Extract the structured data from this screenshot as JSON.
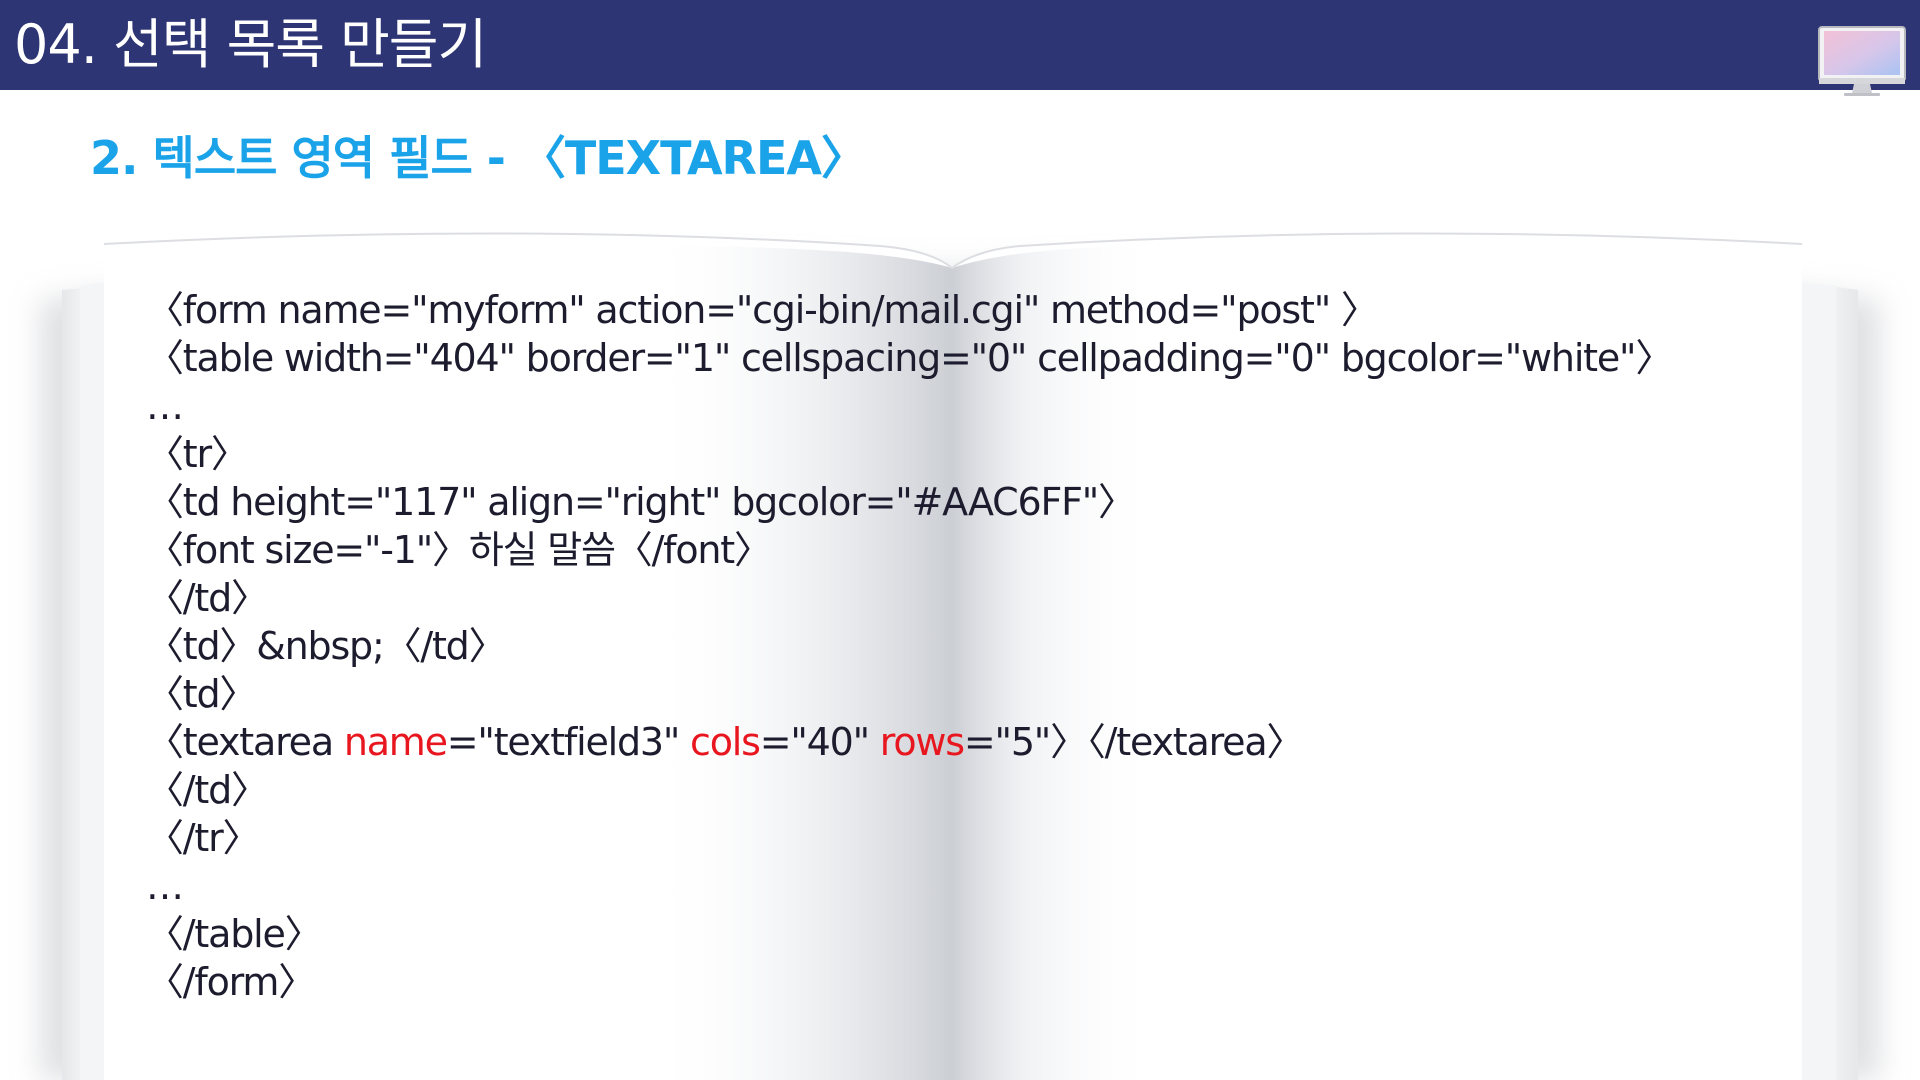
{
  "header": {
    "title": "04. 선택 목록 만들기",
    "background_color": "#2e3574",
    "icon": "monitor-icon"
  },
  "section": {
    "title": "2. 텍스트 영역 필드 - 〈TEXTAREA〉",
    "color": "#1aa3e8"
  },
  "code": {
    "text_color": "#1c1c2e",
    "highlight_color": "#e8161e",
    "lines": [
      "〈form name=\"myform\" action=\"cgi-bin/mail.cgi\" method=\"post\" 〉",
      "〈table width=\"404\" border=\"1\" cellspacing=\"0\" cellpadding=\"0\" bgcolor=\"white\"〉",
      "…",
      "〈tr〉",
      "〈td height=\"117\" align=\"right\" bgcolor=\"#AAC6FF\"〉",
      "〈font size=\"-1\"〉하실 말씀〈/font〉",
      "〈/td〉",
      "〈td〉&nbsp;〈/td〉",
      "〈td〉",
      null,
      "〈/td〉",
      "〈/tr〉",
      "…",
      "〈/table〉",
      "〈/form〉"
    ],
    "textarea_line": {
      "open": "〈textarea ",
      "attr1": "name",
      "val1": "=\"textfield3\" ",
      "attr2": "cols",
      "val2": "=\"40\" ",
      "attr3": "rows",
      "val3": "=\"5\"〉〈/textarea〉"
    }
  }
}
